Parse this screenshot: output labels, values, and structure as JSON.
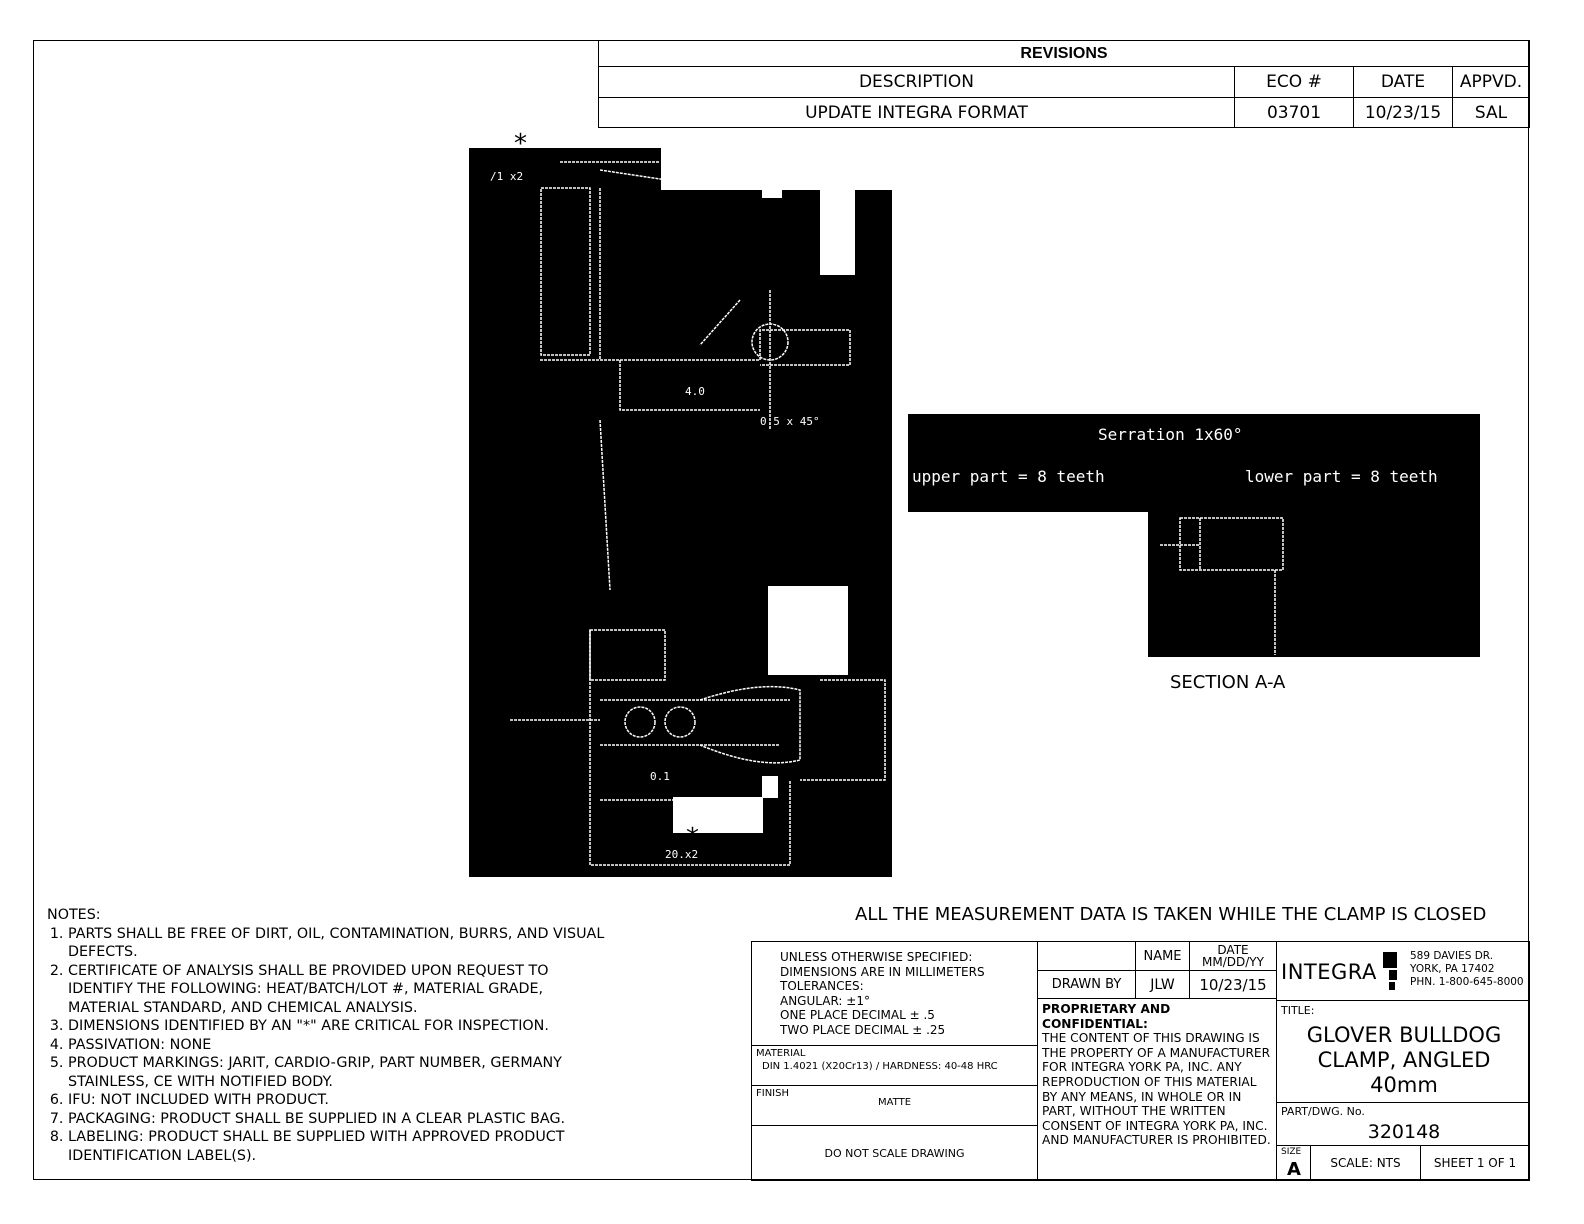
{
  "revisions": {
    "title": "REVISIONS",
    "headers": [
      "DESCRIPTION",
      "ECO #",
      "DATE",
      "APPVD."
    ],
    "rows": [
      [
        "UPDATE INTEGRA FORMAT",
        "03701",
        "10/23/15",
        "SAL"
      ]
    ]
  },
  "drawing": {
    "critical_marker": "*",
    "section_label": "SECTION A-A",
    "section_annotations": [
      "Serration 1x60°",
      "upper part = 8 teeth",
      "lower part = 8 teeth"
    ]
  },
  "measurement_note": "ALL THE MEASUREMENT DATA IS TAKEN WHILE THE CLAMP IS CLOSED",
  "notes": {
    "heading": "NOTES:",
    "items": [
      "PARTS SHALL BE FREE OF DIRT, OIL, CONTAMINATION, BURRS, AND VISUAL DEFECTS.",
      "CERTIFICATE OF ANALYSIS SHALL BE PROVIDED UPON REQUEST TO IDENTIFY THE FOLLOWING: HEAT/BATCH/LOT #, MATERIAL GRADE, MATERIAL STANDARD, AND CHEMICAL ANALYSIS.",
      "DIMENSIONS IDENTIFIED BY AN \"*\" ARE CRITICAL FOR INSPECTION.",
      "PASSIVATION: NONE",
      "PRODUCT MARKINGS: JARIT, CARDIO-GRIP, PART NUMBER, GERMANY STAINLESS, CE WITH NOTIFIED BODY.",
      "IFU: NOT INCLUDED WITH PRODUCT.",
      "PACKAGING: PRODUCT SHALL BE SUPPLIED IN A CLEAR PLASTIC BAG.",
      "LABELING: PRODUCT SHALL BE SUPPLIED WITH APPROVED PRODUCT IDENTIFICATION LABEL(S)."
    ]
  },
  "title_block": {
    "tolerances": [
      "UNLESS OTHERWISE SPECIFIED:",
      "DIMENSIONS ARE IN MILLIMETERS",
      "TOLERANCES:",
      "ANGULAR: ±1°",
      "ONE PLACE DECIMAL ± .5",
      "TWO PLACE DECIMAL ± .25"
    ],
    "material_label": "MATERIAL",
    "material_value": "DIN 1.4021 (X20Cr13) / HARDNESS: 40-48 HRC",
    "finish_label": "FINISH",
    "finish_value": "MATTE",
    "no_scale": "DO NOT SCALE DRAWING",
    "name_header": "NAME",
    "date_header": "DATE MM/DD/YY",
    "drawn_by_label": "DRAWN BY",
    "drawn_by_name": "JLW",
    "drawn_by_date": "10/23/15",
    "proprietary_heading": "PROPRIETARY AND CONFIDENTIAL:",
    "proprietary_text": "THE CONTENT OF THIS DRAWING IS THE PROPERTY OF A MANUFACTURER FOR INTEGRA YORK PA, INC. ANY REPRODUCTION OF THIS MATERIAL BY ANY MEANS, IN WHOLE OR IN PART, WITHOUT THE WRITTEN CONSENT OF INTEGRA YORK PA, INC. AND MANUFACTURER IS PROHIBITED.",
    "logo_text": "INTEGRA",
    "address": [
      "589 DAVIES DR.",
      "YORK, PA 17402",
      "PHN. 1-800-645-8000"
    ],
    "title_label": "TITLE:",
    "title_lines": [
      "GLOVER BULLDOG",
      "CLAMP, ANGLED",
      "40mm"
    ],
    "part_label": "PART/DWG. No.",
    "part_number": "320148",
    "size_label": "SIZE",
    "size_value": "A",
    "scale": "SCALE: NTS",
    "sheet": "SHEET 1 OF 1"
  }
}
